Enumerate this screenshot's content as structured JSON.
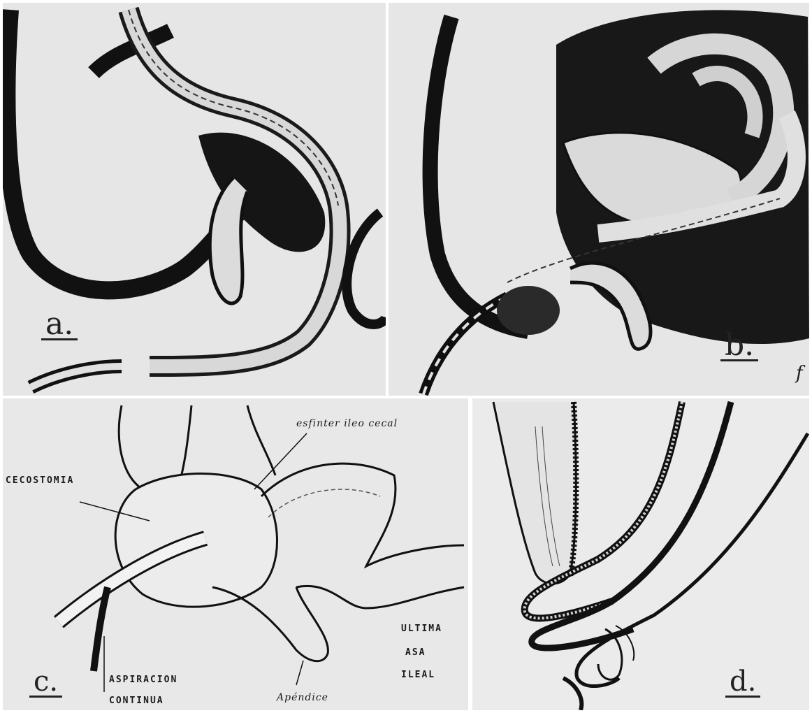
{
  "panels": {
    "a": {
      "label": "a."
    },
    "b": {
      "label": "b.",
      "edge_mark": "f"
    },
    "c": {
      "label": "c.",
      "annotations": {
        "cecostomia": "CECOSTOMIA",
        "esfinter": "esfinter ileo cecal",
        "aspiracion_1": "ASPIRACION",
        "aspiracion_2": "CONTINUA",
        "apendice": "Apéndice",
        "ultima_1": "ULTIMA",
        "ultima_2": "ASA",
        "ultima_3": "ILEAL"
      }
    },
    "d": {
      "label": "d."
    }
  }
}
